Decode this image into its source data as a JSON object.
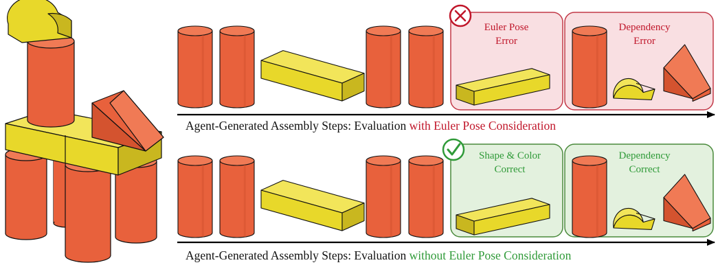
{
  "colors": {
    "cylinder": "#e8613c",
    "block": "#e8d82a",
    "error_bg": "#f9dfe2",
    "error_border": "#c23847",
    "error_text": "#c0162a",
    "correct_bg": "#e3f1de",
    "correct_border": "#4a8a3c",
    "correct_text": "#2f9a38",
    "caption_text": "#111111"
  },
  "icons": {
    "error": "x-circle-icon",
    "correct": "check-circle-icon"
  },
  "rows": [
    {
      "boxes": [
        {
          "label_line1": "Euler Pose",
          "label_line2": "Error"
        },
        {
          "label_line1": "Dependency",
          "label_line2": "Error"
        }
      ],
      "caption_prefix": "Agent-Generated Assembly Steps: Evaluation ",
      "caption_highlight": "with Euler Pose Consideration"
    },
    {
      "boxes": [
        {
          "label_line1": "Shape & Color",
          "label_line2": "Correct"
        },
        {
          "label_line1": "Dependency",
          "label_line2": "Correct"
        }
      ],
      "caption_prefix": "Agent-Generated Assembly Steps: Evaluation ",
      "caption_highlight": "without Euler Pose Consideration"
    }
  ]
}
